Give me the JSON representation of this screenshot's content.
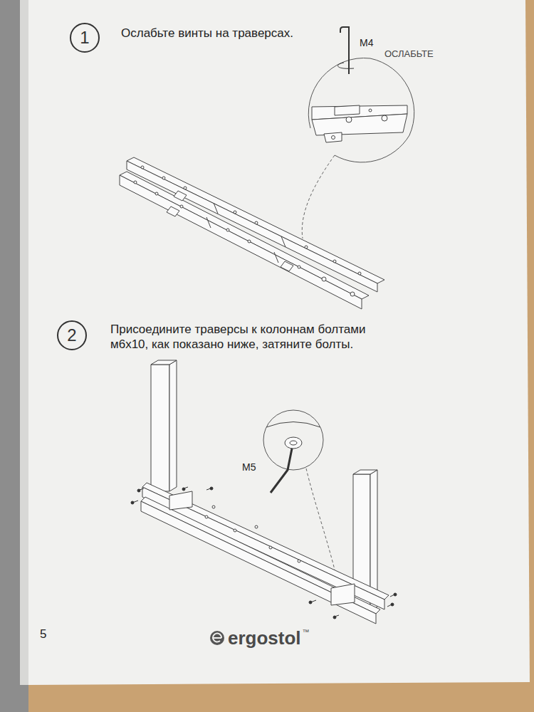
{
  "diagram": {
    "nodes": [
      {
        "text": [
          "1"
        ]
      },
      {
        "text": [
          "2"
        ]
      }
    ],
    "labels": [
      "Ослабьте винты на траверсах.",
      "M4",
      "ОСЛАБЬТЕ",
      "Присоедините траверсы к колоннам болтами м6х10, как показано ниже, затяните болты.",
      "M5",
      "5",
      "ergostol",
      "™"
    ]
  }
}
